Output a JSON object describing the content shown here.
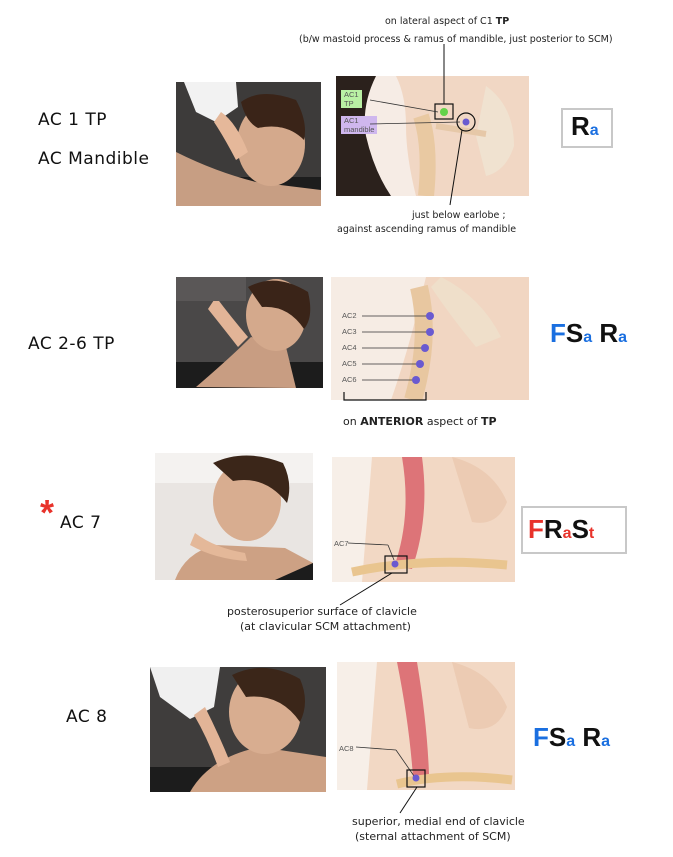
{
  "colors": {
    "blue": "#1a6fe0",
    "red": "#e8322a",
    "black": "#111111",
    "box_border": "#c8c8c8",
    "point": "#6a5ad0"
  },
  "row1": {
    "labels": [
      "AC 1 TP",
      "AC Mandible"
    ],
    "note_top_line1": "on lateral aspect of C1 ",
    "note_top_bold1": "TP",
    "note_top_line2": "(b/w mastoid process & ramus of mandible, just posterior to SCM)",
    "note_bottom_line1": "just below earlobe ;",
    "note_bottom_line2": "against ascending ramus of mandible",
    "tags": {
      "ac1_tp_a": "AC1",
      "ac1_tp_b": "TP",
      "ac1_mand_a": "AC1",
      "ac1_mand_b": "mandible"
    },
    "code": [
      {
        "t": "R",
        "c": "black",
        "s": "big"
      },
      {
        "t": "a",
        "c": "blue",
        "s": "sm"
      }
    ]
  },
  "row2": {
    "label": "AC 2-6 TP",
    "points": [
      "AC2",
      "AC3",
      "AC4",
      "AC5",
      "AC6"
    ],
    "note_pre": "on ",
    "note_bold": "ANTERIOR",
    "note_mid": " aspect of ",
    "note_bold2": "TP",
    "code": [
      {
        "t": "F",
        "c": "blue",
        "s": "big"
      },
      {
        "t": "S",
        "c": "black",
        "s": "big"
      },
      {
        "t": "a",
        "c": "blue",
        "s": "sm"
      },
      {
        "t": " R",
        "c": "black",
        "s": "big"
      },
      {
        "t": "a",
        "c": "blue",
        "s": "sm"
      }
    ]
  },
  "row3": {
    "star": "*",
    "label": "AC 7",
    "point": "AC7",
    "note_line1": "posterosuperior surface of clavicle",
    "note_line2": "(at clavicular SCM attachment)",
    "code": [
      {
        "t": "F",
        "c": "red",
        "s": "big"
      },
      {
        "t": "R",
        "c": "black",
        "s": "big"
      },
      {
        "t": "a",
        "c": "red",
        "s": "sm"
      },
      {
        "t": "S",
        "c": "black",
        "s": "big"
      },
      {
        "t": "t",
        "c": "red",
        "s": "sm"
      }
    ]
  },
  "row4": {
    "label": "AC 8",
    "point": "AC8",
    "note_line1": "superior, medial end of clavicle",
    "note_line2": "(sternal attachment of SCM)",
    "code": [
      {
        "t": "F",
        "c": "blue",
        "s": "big"
      },
      {
        "t": "S",
        "c": "black",
        "s": "big"
      },
      {
        "t": "a",
        "c": "blue",
        "s": "sm"
      },
      {
        "t": " R",
        "c": "black",
        "s": "big"
      },
      {
        "t": "a",
        "c": "blue",
        "s": "sm"
      }
    ]
  }
}
